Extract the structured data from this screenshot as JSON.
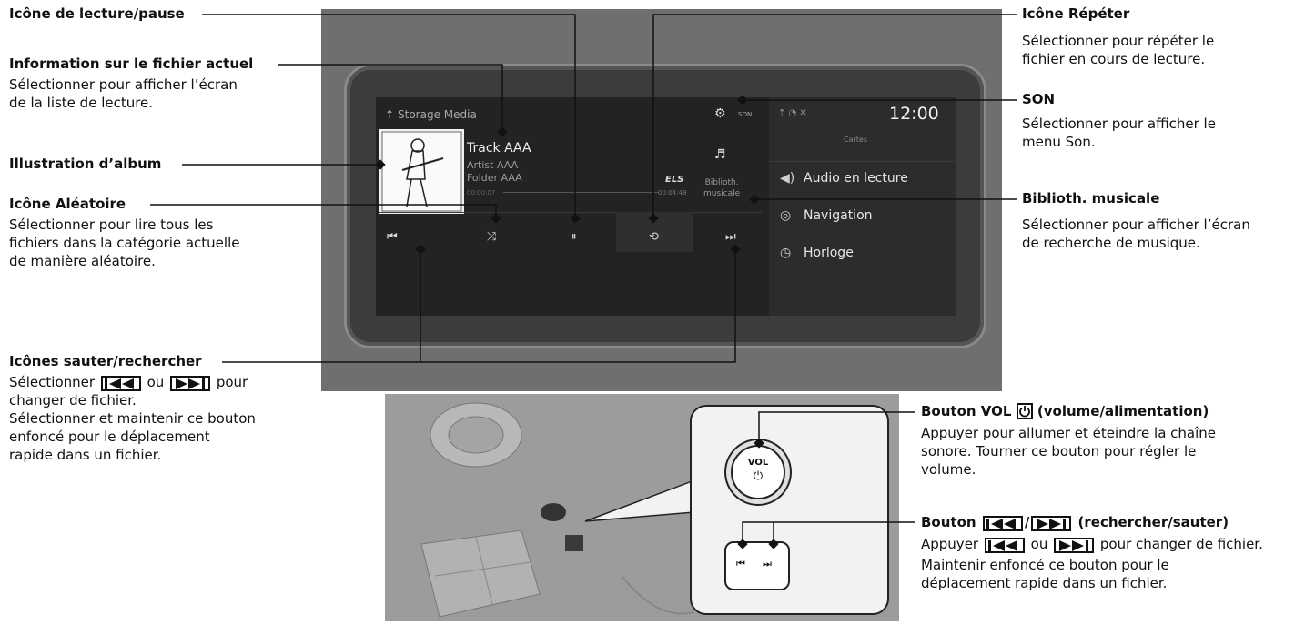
{
  "callouts": {
    "play_pause": {
      "title": "Icône de lecture/pause"
    },
    "current_file": {
      "title": "Information sur le fichier actuel",
      "desc": [
        "Sélectionner pour afficher l’écran",
        "de la liste de lecture."
      ]
    },
    "album_art": {
      "title": "Illustration d’album"
    },
    "shuffle": {
      "title": "Icône Aléatoire",
      "desc": [
        "Sélectionner pour lire tous les",
        "fichiers dans la catégorie actuelle",
        "de manière aléatoire."
      ]
    },
    "skip_seek": {
      "title": "Icônes sauter/rechercher",
      "desc_a": "Sélectionner",
      "desc_or": "ou",
      "desc_b": "pour",
      "desc": [
        "changer de fichier.",
        "Sélectionner et maintenir ce bouton",
        "enfoncé pour le déplacement",
        "rapide dans un fichier."
      ]
    },
    "repeat": {
      "title": "Icône Répéter",
      "desc": [
        "Sélectionner pour répéter le",
        "fichier en cours de lecture."
      ]
    },
    "sound": {
      "title": "SON",
      "desc": [
        "Sélectionner pour afficher le",
        "menu Son."
      ]
    },
    "music_library": {
      "title": "Biblioth. musicale",
      "desc": [
        "Sélectionner pour afficher l’écran",
        "de recherche de musique."
      ]
    },
    "vol_button": {
      "title_a": "Bouton VOL",
      "title_b": "(volume/alimentation)",
      "desc": [
        "Appuyer pour allumer et éteindre la chaîne",
        "sonore. Tourner ce bouton pour régler le",
        "volume."
      ]
    },
    "seek_button": {
      "title_a": "Bouton",
      "title_b": "(rechercher/sauter)",
      "desc_a": "Appuyer",
      "desc_or": "ou",
      "desc_b": "pour changer de fichier.",
      "desc": [
        "Maintenir enfoncé ce bouton pour le",
        "déplacement rapide dans un fichier."
      ]
    }
  },
  "screen": {
    "source": "Storage Media",
    "track": "Track AAA",
    "artist": "Artist AAA",
    "folder": "Folder AAA",
    "elapsed": "00:00:07",
    "total": "00:04:49",
    "els": "ELS",
    "son_label": "SON",
    "library_label_1": "Biblioth.",
    "library_label_2": "musicale",
    "clock": "12:00",
    "cartes": "Cartes",
    "menu": [
      "Audio en lecture",
      "Navigation",
      "Horloge"
    ]
  },
  "knob": {
    "vol": "VOL"
  },
  "icons": [
    "play-pause-icon",
    "shuffle-icon",
    "repeat-icon",
    "skip-back-icon",
    "skip-forward-icon",
    "gear-icon",
    "music-library-icon",
    "power-icon",
    "speaker-icon",
    "navigation-icon",
    "clock-icon"
  ]
}
